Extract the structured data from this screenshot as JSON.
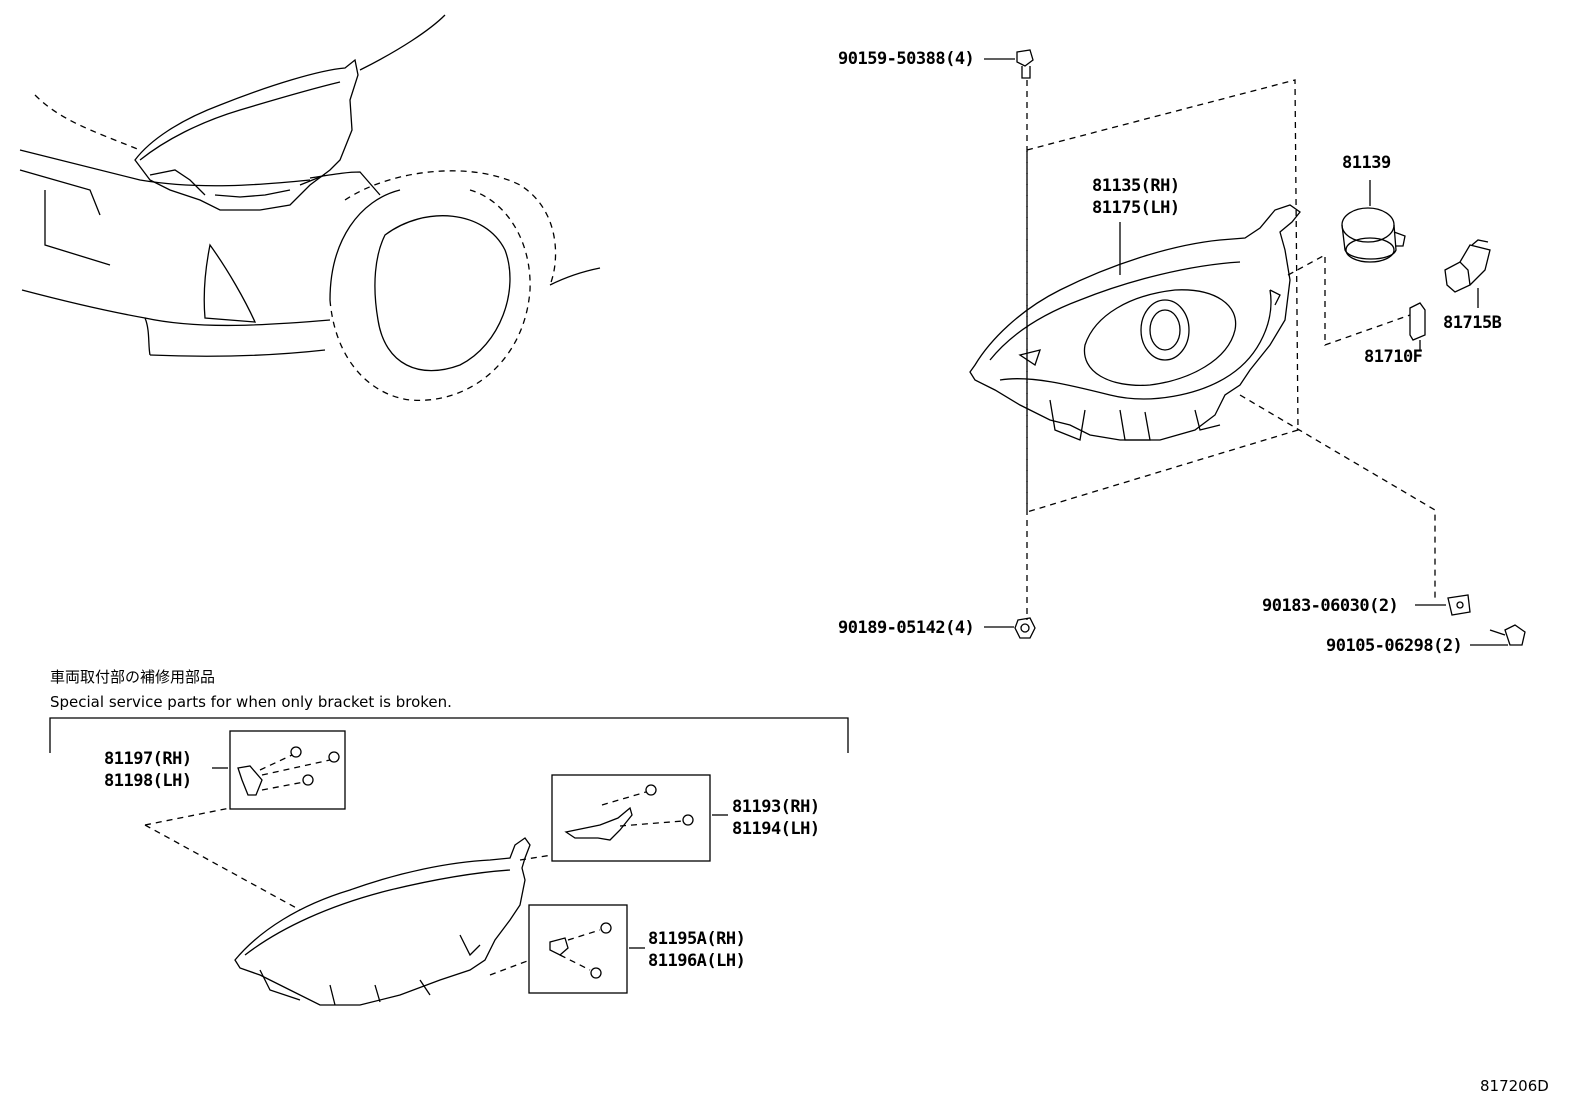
{
  "note": {
    "jp": "車両取付部の補修用部品",
    "en": "Special service parts for when only bracket is broken."
  },
  "labels": {
    "bolt_top": "90159-50388(4)",
    "nut_bottom": "90189-05142(4)",
    "headlamp_rh": "81135(RH)",
    "headlamp_lh": "81175(LH)",
    "socket": "81139",
    "bulb": "81715B",
    "bulb_small": "81710F",
    "clip": "90183-06030(2)",
    "screw": "90105-06298(2)",
    "bracket_a_rh": "81197(RH)",
    "bracket_a_lh": "81198(LH)",
    "bracket_b_rh": "81193(RH)",
    "bracket_b_lh": "81194(LH)",
    "bracket_c_rh": "81195A(RH)",
    "bracket_c_lh": "81196A(LH)"
  },
  "diagram_code": "817206D"
}
